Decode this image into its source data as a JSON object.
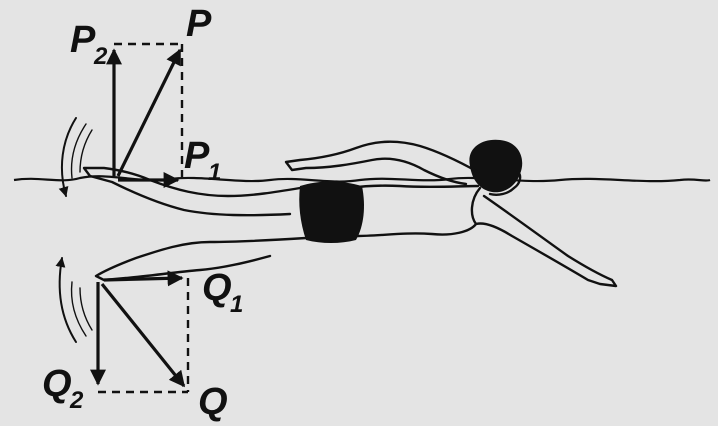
{
  "labels": {
    "p": "P",
    "p1_letter": "P",
    "p1_sub": "1",
    "p2_letter": "P",
    "p2_sub": "2",
    "q": "Q",
    "q1_letter": "Q",
    "q1_sub": "1",
    "q2_letter": "Q",
    "q2_sub": "2"
  },
  "colors": {
    "background": "#e4e4e4",
    "ink": "#111111"
  }
}
